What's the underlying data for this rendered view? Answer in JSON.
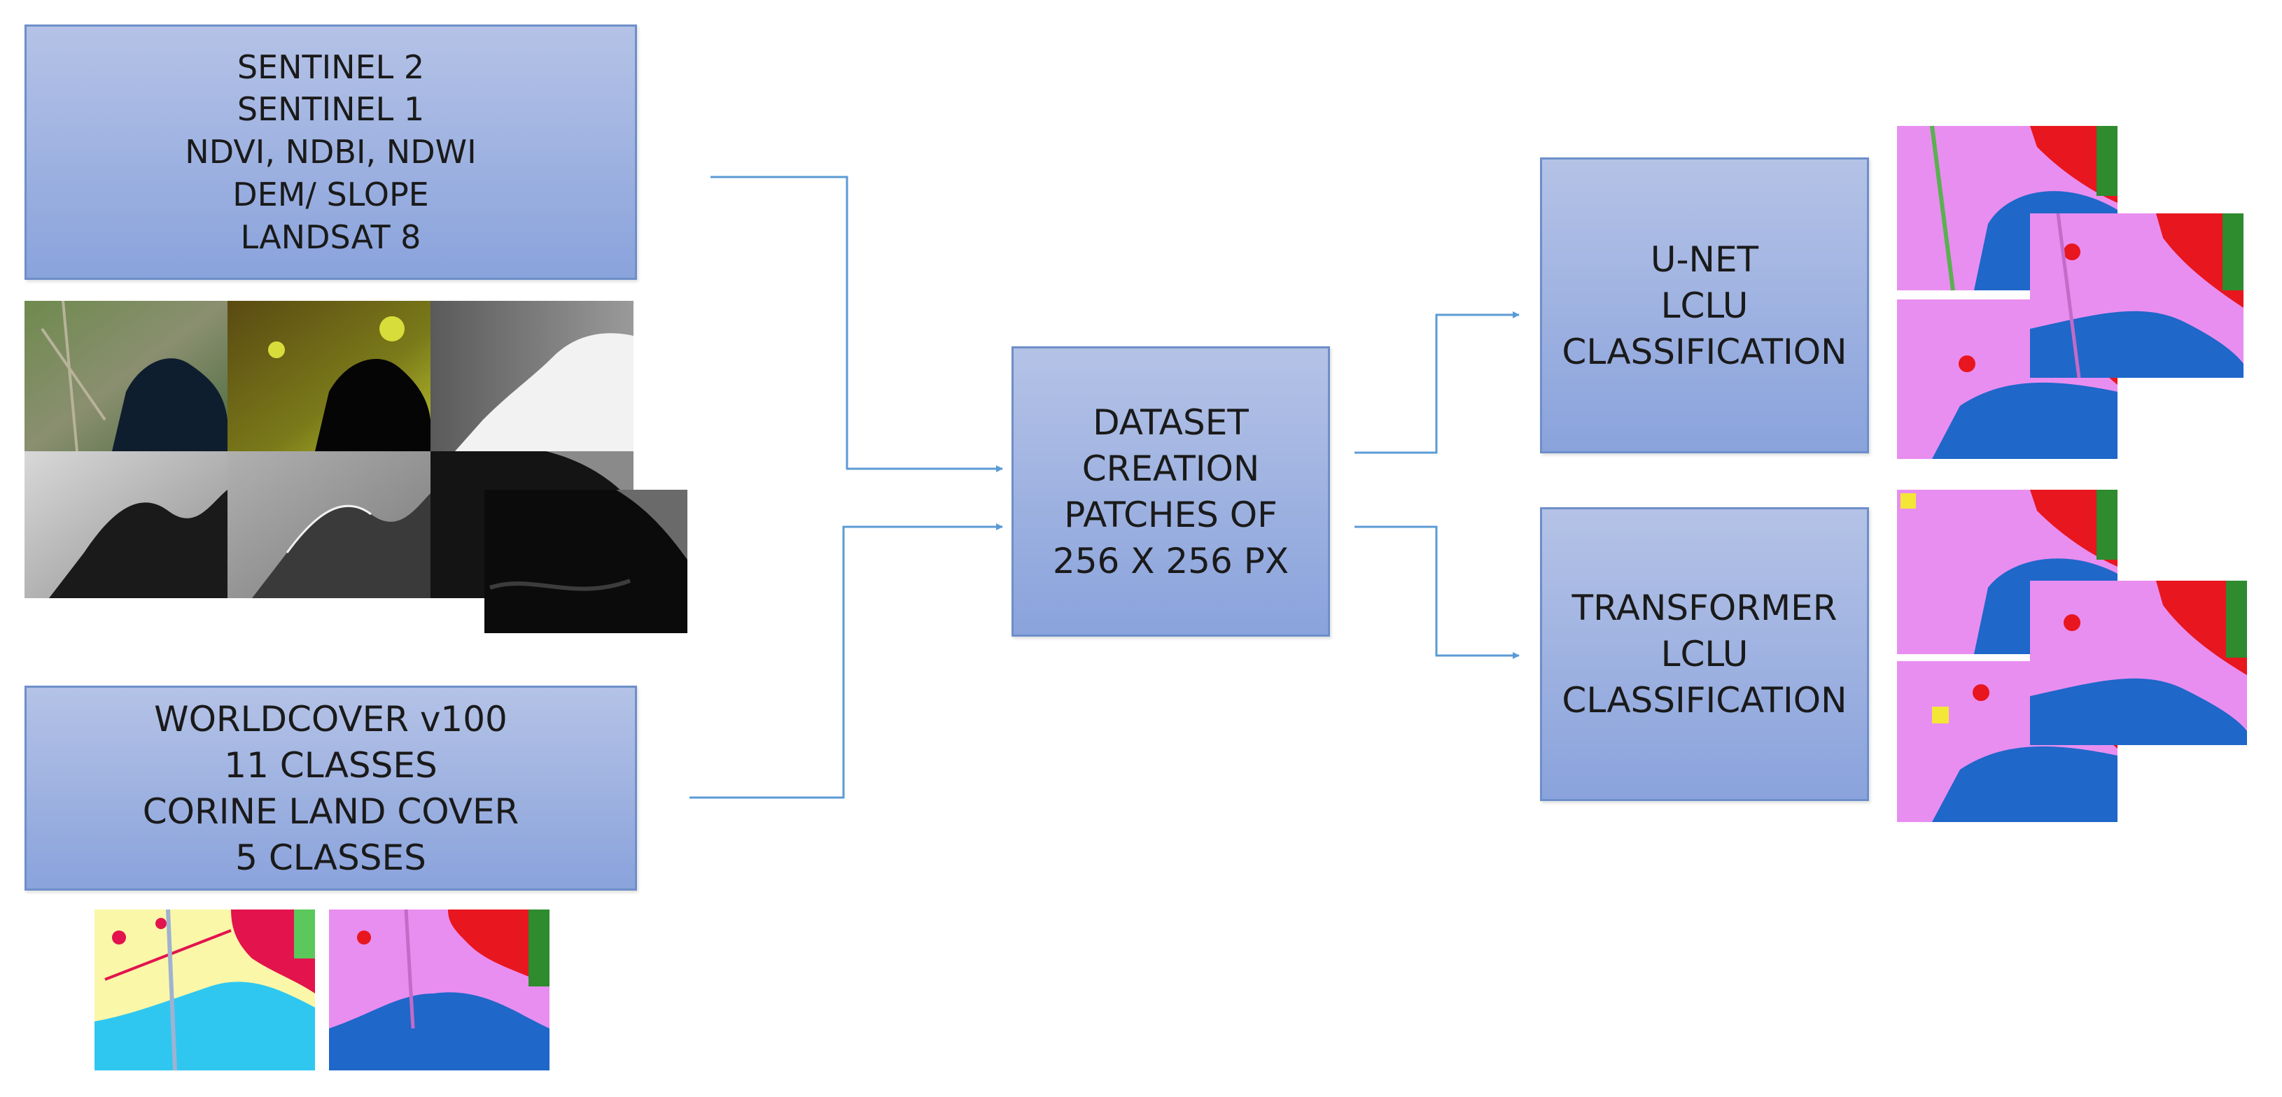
{
  "boxes": {
    "inputs": {
      "lines": [
        "SENTINEL 2",
        "SENTINEL 1",
        "NDVI, NDBI, NDWI",
        "DEM/ SLOPE",
        "LANDSAT 8"
      ]
    },
    "labels": {
      "lines": [
        "WORLDCOVER v100",
        "11 CLASSES",
        "CORINE LAND COVER",
        "5 CLASSES"
      ]
    },
    "dataset": {
      "lines": [
        "DATASET",
        "CREATION",
        "PATCHES OF",
        "256 X 256 PX"
      ]
    },
    "unet": {
      "lines": [
        "U-NET",
        "LCLU",
        "CLASSIFICATION"
      ]
    },
    "transformer": {
      "lines": [
        "TRANSFORMER",
        "LCLU",
        "CLASSIFICATION"
      ]
    }
  },
  "colors": {
    "box_fill_top": "#b4c2e6",
    "box_fill_bottom": "#8aa3dc",
    "box_border": "#6d8fc9",
    "arrow": "#5b9bd5",
    "lc_violet": "#e88ef0",
    "lc_red": "#e8161e",
    "lc_water": "#1f67c9",
    "lc_green": "#2e8b2e",
    "wc_yellow": "#faf7a8",
    "wc_cyan": "#2fc7f0",
    "wc_crimson": "#e3134e"
  }
}
